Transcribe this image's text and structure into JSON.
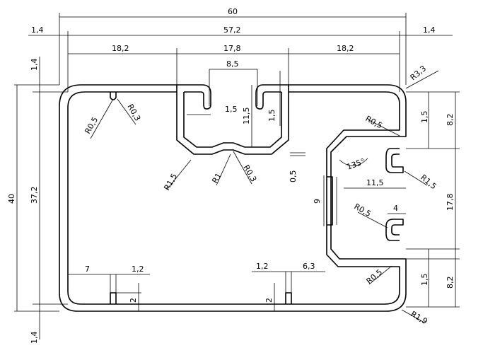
{
  "dimensions": {
    "overall_width": "60",
    "inner_width": "57,2",
    "wall_left_top": "1,4",
    "wall_right_top": "1,4",
    "seg_left": "18,2",
    "seg_mid": "17,8",
    "seg_right": "18,2",
    "slot_top_opening": "8,5",
    "slot_lip": "1,5",
    "slot_depth": "11,5",
    "slot_lip_right": "1,5",
    "corner_r33": "R3,3",
    "r05_top_left": "R0,5",
    "r03_top_left": "R0,3",
    "r05_right_top": "R0,5",
    "dim_15_right_top": "1,5",
    "dim_82_top": "8,2",
    "angle_135": "135°",
    "r15_slot_left": "R1,5",
    "r1_slot": "R1",
    "r03_slot": "R0,3",
    "dim_05": "0,5",
    "r15_right": "R1,5",
    "side_slot_depth": "11,5",
    "side_slot_opening": "9",
    "side_slot_height": "17,8",
    "r05_side": "R0,5",
    "side_lip": "4",
    "height_40": "40",
    "height_372": "37,2",
    "wall_left_side_top": "1,4",
    "wall_left_side_bottom": "1,4",
    "bottom_7": "7",
    "bottom_12_left": "1,2",
    "bottom_2_left": "2",
    "bottom_12_right": "1,2",
    "bottom_63": "6,3",
    "bottom_2_right": "2",
    "r05_bottom": "R0,5",
    "dim_15_right_bottom": "1,5",
    "dim_82_bottom": "8,2",
    "r19": "R1,9"
  }
}
